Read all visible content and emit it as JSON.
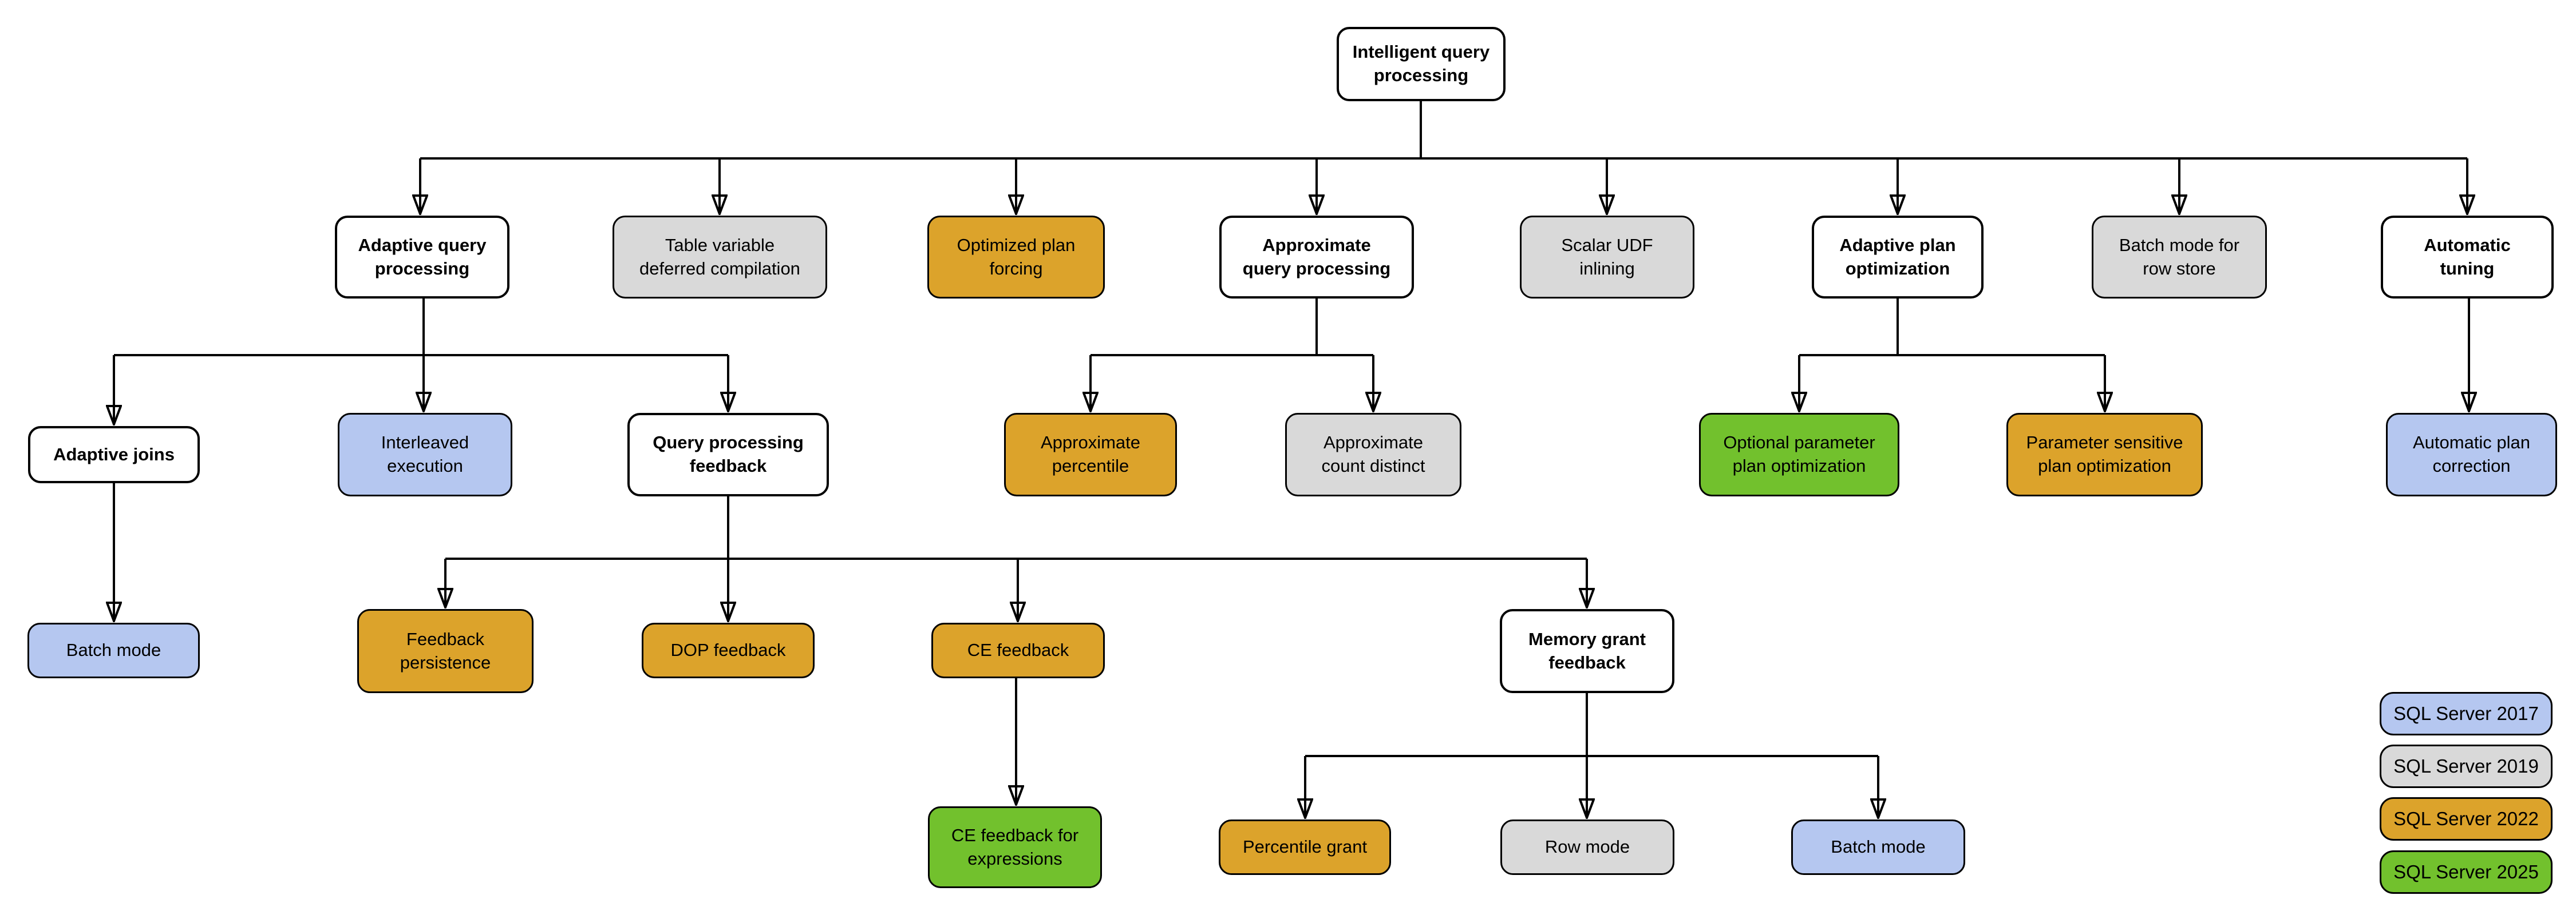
{
  "palette": {
    "white": "#FFFFFF",
    "sql2017": "#B5C7F0",
    "sql2019": "#D9D9D9",
    "sql2022": "#DCA32B",
    "sql2025": "#72C12D",
    "line": "#000000"
  },
  "nodes": [
    {
      "id": "intelligent-query-processing",
      "label": "Intelligent query processing",
      "lines": [
        "Intelligent query",
        "processing"
      ],
      "version": "base"
    },
    {
      "id": "adaptive-query-processing",
      "label": "Adaptive query processing",
      "lines": [
        "Adaptive query",
        "processing"
      ],
      "version": "base"
    },
    {
      "id": "table-variable-deferred-compilation",
      "label": "Table variable deferred compilation",
      "lines": [
        "Table variable",
        "deferred compilation"
      ],
      "version": "2019"
    },
    {
      "id": "optimized-plan-forcing",
      "label": "Optimized plan forcing",
      "lines": [
        "Optimized plan",
        "forcing"
      ],
      "version": "2022"
    },
    {
      "id": "approximate-query-processing",
      "label": "Approximate query processing",
      "lines": [
        "Approximate",
        "query processing"
      ],
      "version": "base"
    },
    {
      "id": "scalar-udf-inlining",
      "label": "Scalar UDF inlining",
      "lines": [
        "Scalar UDF",
        "inlining"
      ],
      "version": "2019"
    },
    {
      "id": "adaptive-plan-optimization",
      "label": "Adaptive plan optimization",
      "lines": [
        "Adaptive plan",
        "optimization"
      ],
      "version": "base"
    },
    {
      "id": "batch-mode-for-row-store",
      "label": "Batch mode for row store",
      "lines": [
        "Batch mode for",
        "row store"
      ],
      "version": "2019"
    },
    {
      "id": "automatic-tuning",
      "label": "Automatic tuning",
      "lines": [
        "Automatic",
        "tuning"
      ],
      "version": "base"
    },
    {
      "id": "adaptive-joins",
      "label": "Adaptive joins",
      "lines": [
        "Adaptive joins"
      ],
      "version": "base"
    },
    {
      "id": "interleaved-execution",
      "label": "Interleaved execution",
      "lines": [
        "Interleaved",
        "execution"
      ],
      "version": "2017"
    },
    {
      "id": "query-processing-feedback",
      "label": "Query processing feedback",
      "lines": [
        "Query processing",
        "feedback"
      ],
      "version": "base"
    },
    {
      "id": "approximate-percentile",
      "label": "Approximate percentile",
      "lines": [
        "Approximate",
        "percentile"
      ],
      "version": "2022"
    },
    {
      "id": "approximate-count-distinct",
      "label": "Approximate count distinct",
      "lines": [
        "Approximate",
        "count distinct"
      ],
      "version": "2019"
    },
    {
      "id": "optional-parameter-plan-optimization",
      "label": "Optional parameter plan optimization",
      "lines": [
        "Optional parameter",
        "plan optimization"
      ],
      "version": "2025"
    },
    {
      "id": "parameter-sensitive-plan-optimization",
      "label": "Parameter sensitive plan optimization",
      "lines": [
        "Parameter sensitive",
        "plan optimization"
      ],
      "version": "2022"
    },
    {
      "id": "automatic-plan-correction",
      "label": "Automatic plan correction",
      "lines": [
        "Automatic plan",
        "correction"
      ],
      "version": "2017"
    },
    {
      "id": "batch-mode-adaptive-joins",
      "label": "Batch mode",
      "lines": [
        "Batch mode"
      ],
      "version": "2017"
    },
    {
      "id": "feedback-persistence",
      "label": "Feedback persistence",
      "lines": [
        "Feedback",
        "persistence"
      ],
      "version": "2022"
    },
    {
      "id": "dop-feedback",
      "label": "DOP feedback",
      "lines": [
        "DOP feedback"
      ],
      "version": "2022"
    },
    {
      "id": "ce-feedback",
      "label": "CE feedback",
      "lines": [
        "CE feedback"
      ],
      "version": "2022"
    },
    {
      "id": "memory-grant-feedback",
      "label": "Memory grant feedback",
      "lines": [
        "Memory grant",
        "feedback"
      ],
      "version": "base"
    },
    {
      "id": "ce-feedback-for-expressions",
      "label": "CE feedback for expressions",
      "lines": [
        "CE feedback for",
        "expressions"
      ],
      "version": "2025"
    },
    {
      "id": "percentile-grant",
      "label": "Percentile grant",
      "lines": [
        "Percentile grant"
      ],
      "version": "2022"
    },
    {
      "id": "row-mode",
      "label": "Row mode",
      "lines": [
        "Row mode"
      ],
      "version": "2019"
    },
    {
      "id": "batch-mode-memory-grant",
      "label": "Batch mode",
      "lines": [
        "Batch mode"
      ],
      "version": "2017"
    }
  ],
  "legend": {
    "items": [
      {
        "label": "SQL Server 2017",
        "version": "2017",
        "color": "#B5C7F0"
      },
      {
        "label": "SQL Server 2019",
        "version": "2019",
        "color": "#D9D9D9"
      },
      {
        "label": "SQL Server 2022",
        "version": "2022",
        "color": "#DCA32B"
      },
      {
        "label": "SQL Server 2025",
        "version": "2025",
        "color": "#72C12D"
      }
    ]
  }
}
